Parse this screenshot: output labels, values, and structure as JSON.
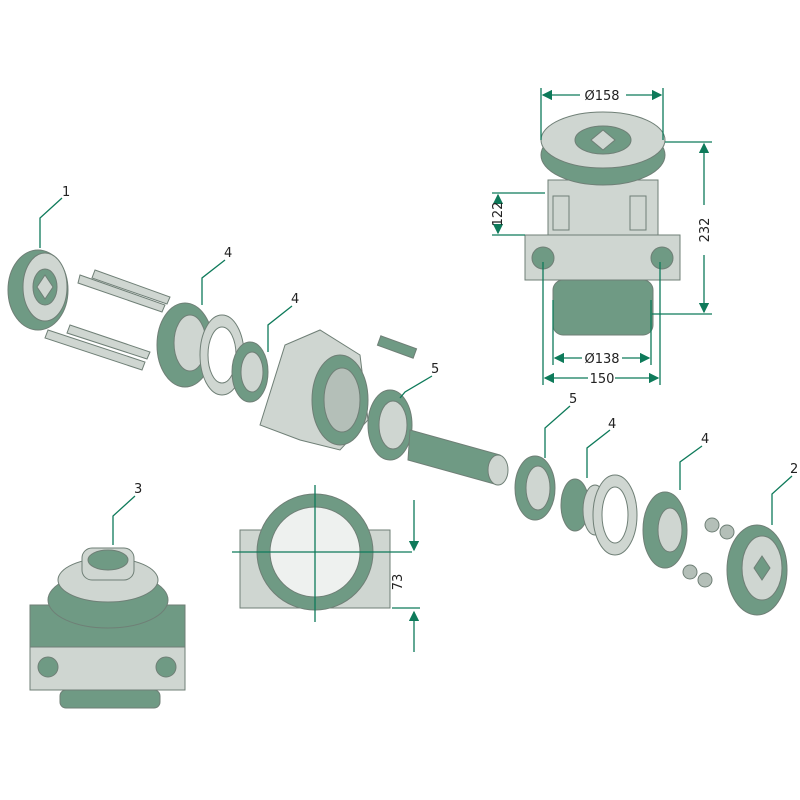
{
  "callouts": [
    "1",
    "4",
    "4",
    "5",
    "5",
    "4",
    "4",
    "2",
    "3"
  ],
  "dimensions": {
    "top_diameter": "Ø158",
    "flange_height": "122",
    "total_height": "232",
    "bottom_diameter": "Ø138",
    "bolt_spacing": "150",
    "gasket_offset": "73"
  },
  "colors": {
    "dimension_line": "#0e7a5a",
    "part_green": "#6f9a84",
    "part_gray": "#cfd6d1"
  }
}
